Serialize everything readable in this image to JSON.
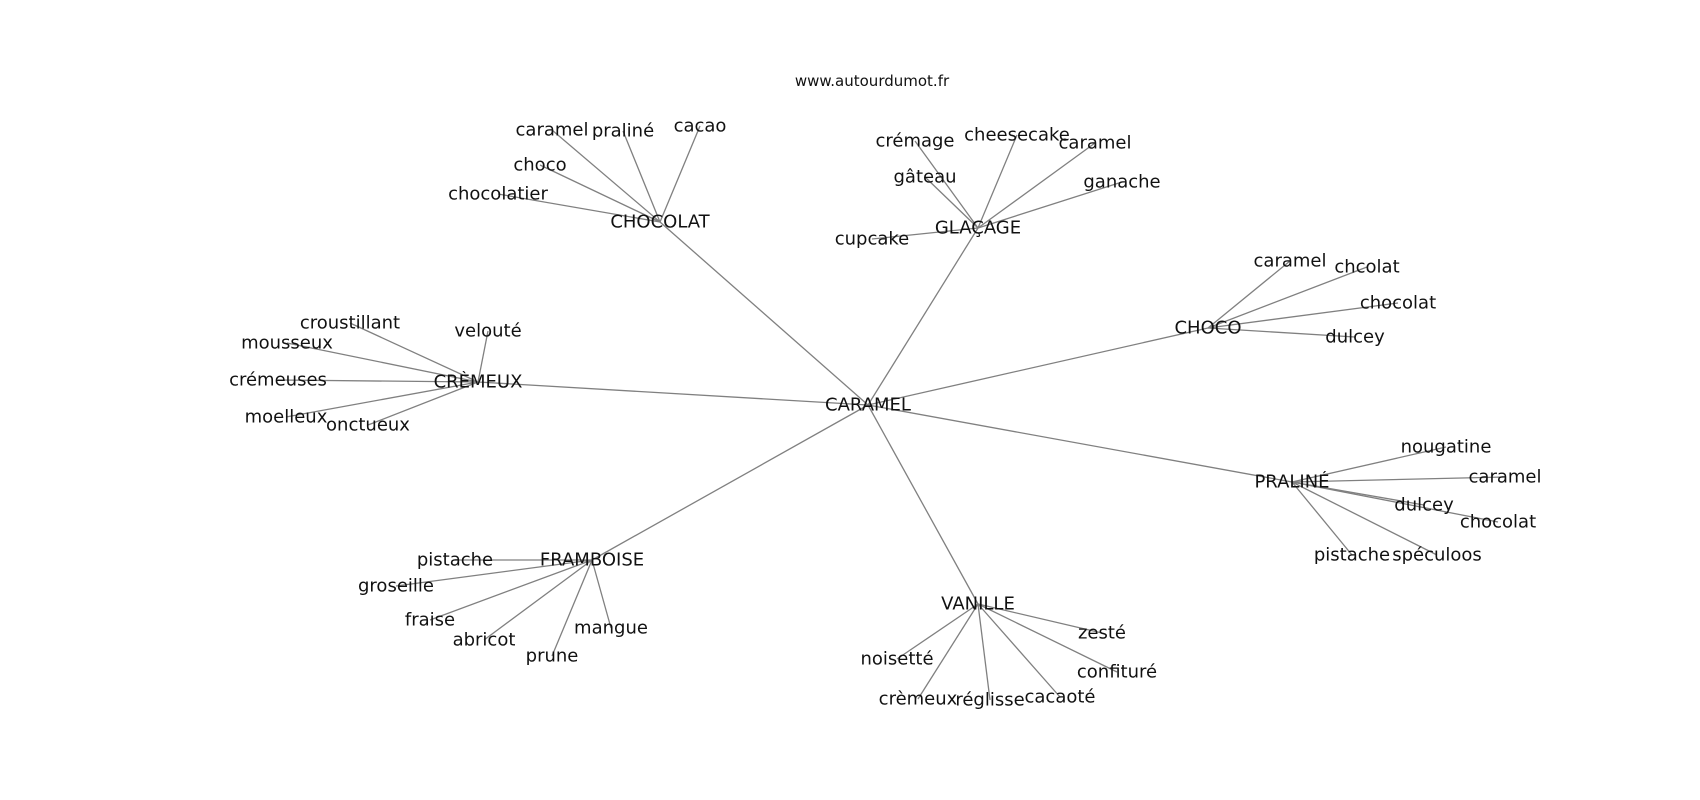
{
  "site": "www.autourdumot.fr",
  "graph": {
    "center": "CARAMEL",
    "nodes": [
      {
        "label": "CHOCOLAT",
        "children": [
          "caramel",
          "praliné",
          "cacao",
          "choco",
          "chocolatier"
        ]
      },
      {
        "label": "GLAÇAGE",
        "children": [
          "crémage",
          "cheesecake",
          "caramel",
          "gâteau",
          "ganache",
          "cupcake"
        ]
      },
      {
        "label": "CHOCO",
        "children": [
          "caramel",
          "chcolat",
          "chocolat",
          "dulcey"
        ]
      },
      {
        "label": "PRALINÉ",
        "children": [
          "nougatine",
          "caramel",
          "dulcey",
          "chocolat",
          "pistache",
          "spéculoos"
        ]
      },
      {
        "label": "VANILLE",
        "children": [
          "zesté",
          "noisetté",
          "confituré",
          "crèmeux",
          "réglisse",
          "cacaoté"
        ]
      },
      {
        "label": "FRAMBOISE",
        "children": [
          "pistache",
          "groseille",
          "fraise",
          "abricot",
          "mangue",
          "prune"
        ]
      },
      {
        "label": "CRÈMEUX",
        "children": [
          "croustillant",
          "velouté",
          "mousseux",
          "crémeuses",
          "moelleux",
          "onctueux"
        ]
      }
    ]
  }
}
